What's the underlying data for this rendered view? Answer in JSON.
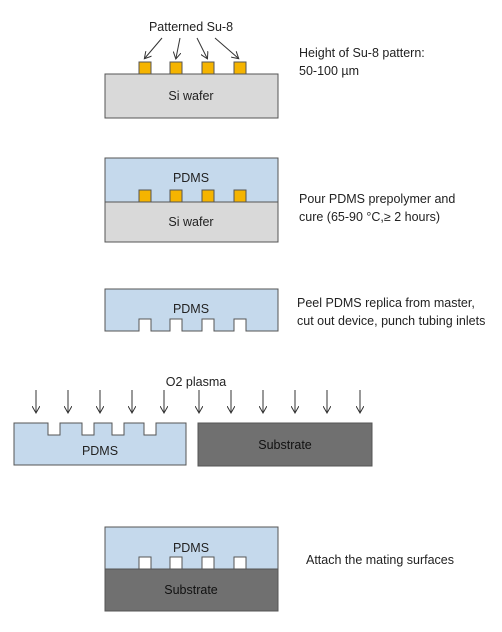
{
  "colors": {
    "si_wafer": "#d9d9d9",
    "su8": "#f5b400",
    "pdms": "#c5d9ec",
    "substrate": "#707070",
    "outline": "#555555"
  },
  "steps": [
    {
      "callout": "Patterned Su-8",
      "wafer_label": "Si wafer",
      "description": [
        "Height of Su-8 pattern:",
        "50-100 µm"
      ]
    },
    {
      "pdms_label": "PDMS",
      "wafer_label": "Si wafer",
      "description": [
        "Pour PDMS prepolymer and",
        "cure (65-90 °C,≥ 2 hours)"
      ]
    },
    {
      "pdms_label": "PDMS",
      "description": [
        "Peel PDMS replica from master,",
        "cut out device, punch tubing inlets"
      ]
    },
    {
      "plasma_label": "O2 plasma",
      "pdms_label": "PDMS",
      "substrate_label": "Substrate"
    },
    {
      "pdms_label": "PDMS",
      "substrate_label": "Substrate",
      "description": [
        "Attach the mating surfaces"
      ]
    }
  ]
}
